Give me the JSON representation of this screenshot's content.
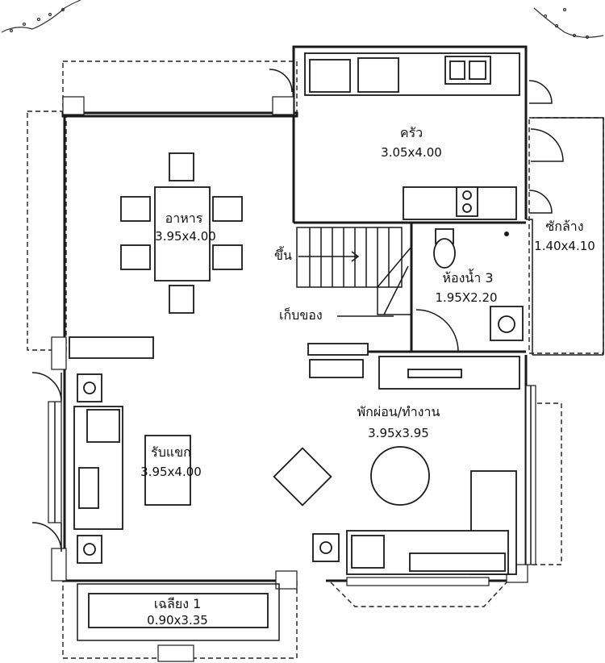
{
  "rooms": {
    "kitchen": {
      "name": "ครัว",
      "size": "3.05x4.00"
    },
    "dining": {
      "name": "อาหาร",
      "size": "3.95x4.00"
    },
    "laundry": {
      "name": "ซักล้าง",
      "size": "1.40x4.10"
    },
    "bathroom": {
      "name": "ห้องน้ำ 3",
      "size": "1.95X2.20"
    },
    "rest_work": {
      "name": "พักผ่อน/ทำงาน",
      "size": "3.95x3.95"
    },
    "living": {
      "name": "รับแขก",
      "size": "3.95x4.00"
    },
    "terrace": {
      "name": "เฉลียง 1",
      "size": "0.90x3.35"
    }
  },
  "labels": {
    "stairs_up": "ขึ้น",
    "storage": "เก็บของ"
  }
}
